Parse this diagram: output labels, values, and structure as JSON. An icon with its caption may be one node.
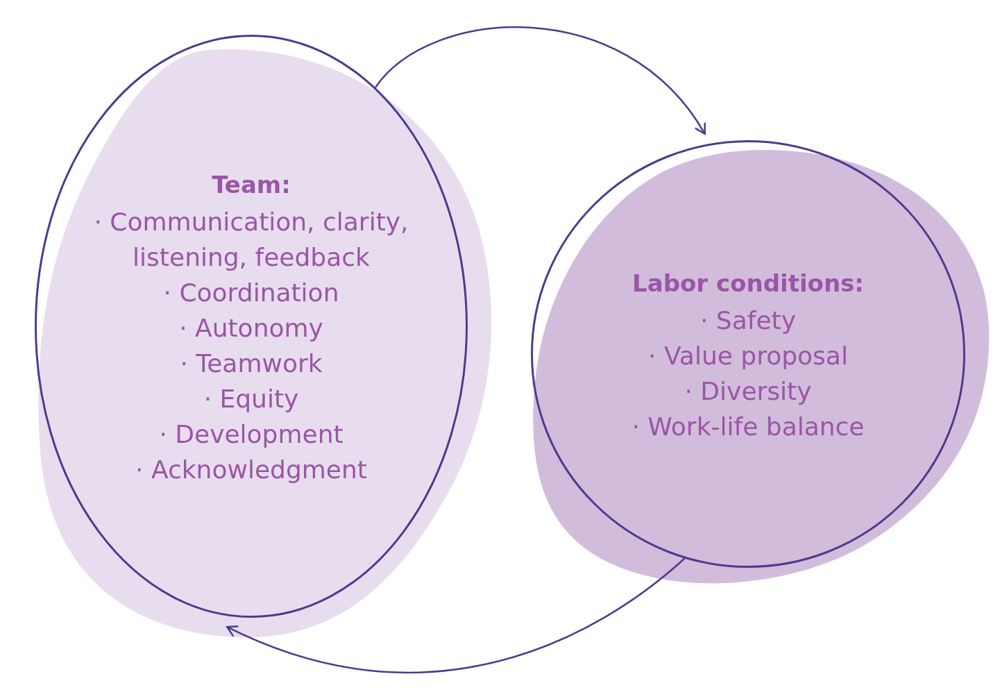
{
  "diagram": {
    "nodes": [
      {
        "text": [
          "Team:",
          "· Communication, clarity, listening, feedback",
          "· Coordination",
          "· Autonomy",
          "· Teamwork",
          "· Equity",
          "· Development",
          "· Acknowledgment"
        ]
      },
      {
        "text": [
          "Labor conditions:",
          "· Safety",
          "· Value proposal",
          "· Diversity",
          "· Work-life balance"
        ]
      }
    ],
    "edges": [
      {
        "from": 0,
        "to": 1,
        "arrow": "to"
      },
      {
        "from": 1,
        "to": 0,
        "arrow": "to"
      }
    ]
  }
}
